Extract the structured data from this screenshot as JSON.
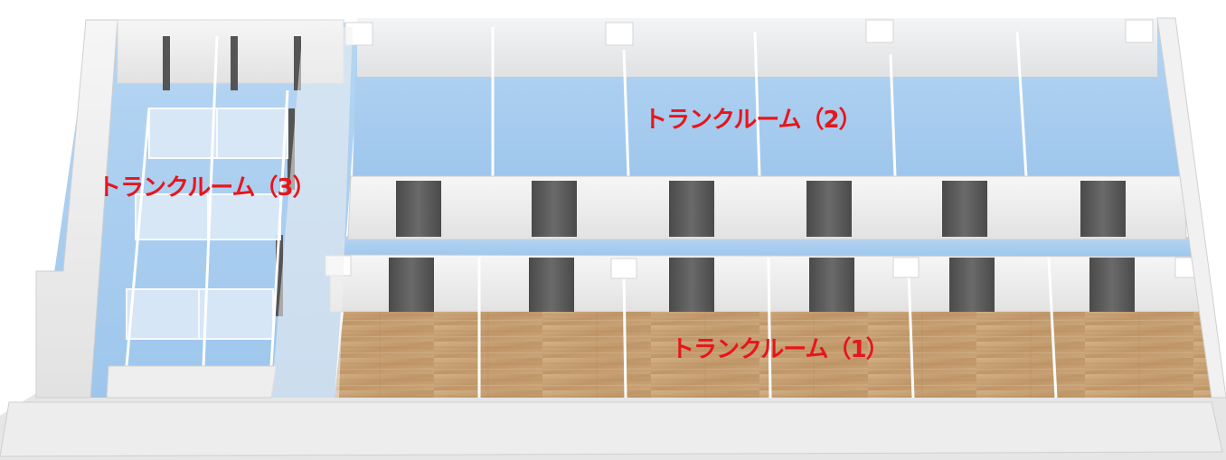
{
  "labels": {
    "room_1": "トランクルーム（1）",
    "room_2": "トランクルーム（2）",
    "room_3": "トランクルーム（3）"
  },
  "colors": {
    "label_text": "#e8151b",
    "floor_blue": "#a9cdef",
    "floor_wood": "#c9a57a",
    "wall_light": "#f3f3f3",
    "wall_shadow": "#d6d6d6",
    "door_dark": "#555555"
  }
}
